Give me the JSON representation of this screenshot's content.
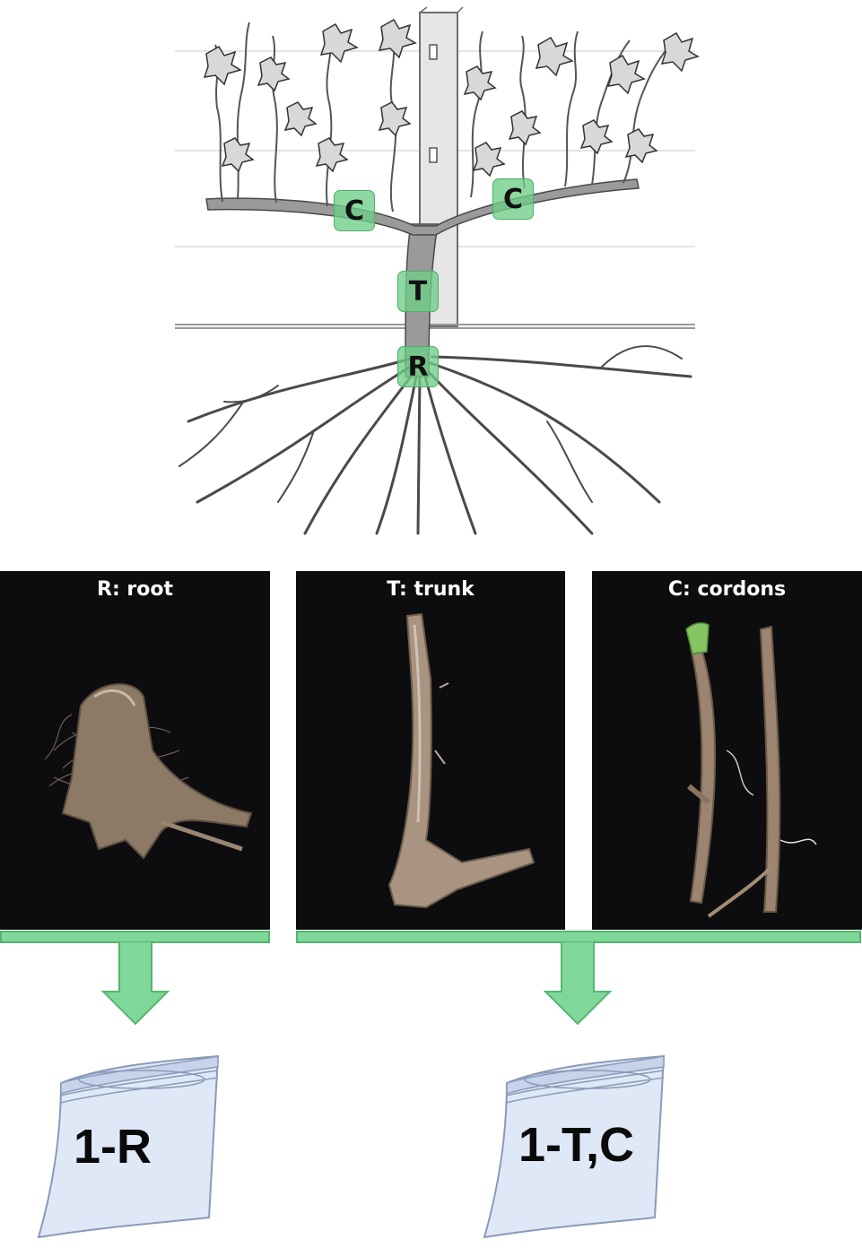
{
  "diagram": {
    "markers": {
      "cordon_left": "C",
      "cordon_right": "C",
      "trunk": "T",
      "root": "R"
    },
    "photos": [
      {
        "label": "R: root"
      },
      {
        "label": "T: trunk"
      },
      {
        "label": "C: cordons"
      }
    ],
    "bags": [
      {
        "label": "1-R"
      },
      {
        "label": "1-T,C"
      }
    ],
    "colors": {
      "marker_green": "#6ecd87",
      "arrow_green": "#7fd79a",
      "photo_background": "#0d0d0f",
      "bag_fill": "#dfe8f6"
    }
  }
}
